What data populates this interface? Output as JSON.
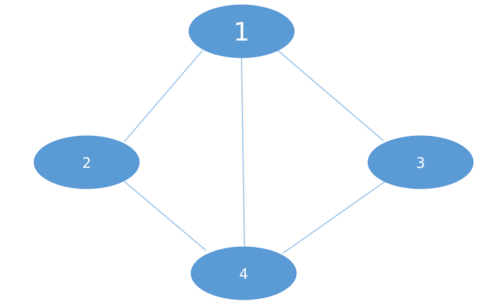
{
  "diagram": {
    "type": "graph",
    "colors": {
      "node_fill": "#5B9BD5",
      "node_stroke": "#4F8ED0",
      "edge": "#9DC3E6",
      "label": "#FFFFFF"
    },
    "nodes": [
      {
        "id": "n1",
        "label": "1"
      },
      {
        "id": "n2",
        "label": "2"
      },
      {
        "id": "n3",
        "label": "3"
      },
      {
        "id": "n4",
        "label": "4"
      }
    ],
    "edges": [
      {
        "from": "n1",
        "to": "n2"
      },
      {
        "from": "n1",
        "to": "n3"
      },
      {
        "from": "n1",
        "to": "n4"
      },
      {
        "from": "n2",
        "to": "n4"
      },
      {
        "from": "n3",
        "to": "n4"
      }
    ]
  }
}
